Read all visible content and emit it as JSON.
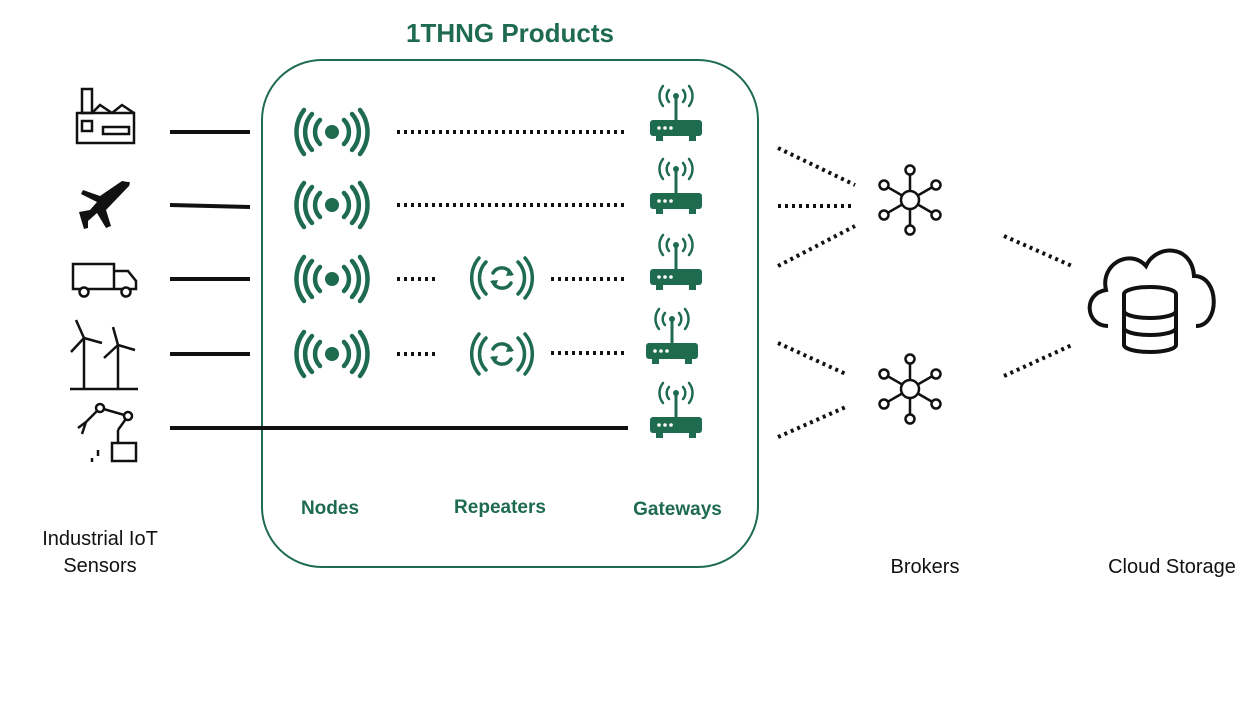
{
  "title": "1THNG Products",
  "columns": {
    "nodes": "Nodes",
    "repeaters": "Repeaters",
    "gateways": "Gateways"
  },
  "labels": {
    "sensors_line1": "Industrial IoT",
    "sensors_line2": "Sensors",
    "brokers": "Brokers",
    "cloud": "Cloud Storage"
  },
  "colors": {
    "brand_green": "#1e6b4f",
    "ink": "#111111"
  },
  "sensor_icons": [
    "factory-icon",
    "airplane-icon",
    "truck-icon",
    "wind-turbine-icon",
    "robot-arm-icon"
  ]
}
